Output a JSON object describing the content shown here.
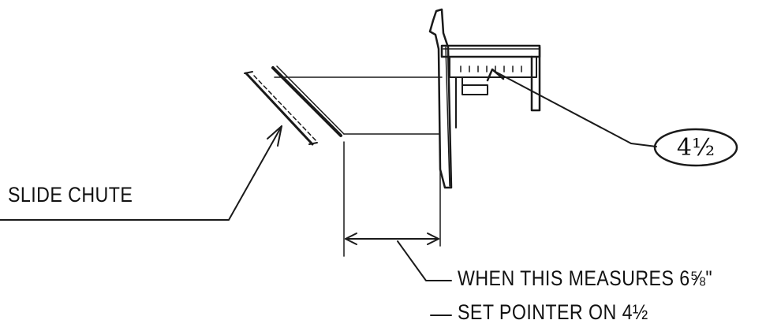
{
  "labels": {
    "slide_chute": "SLIDE CHUTE",
    "measure": "WHEN THIS MEASURES 6⅝\"",
    "pointer": "SET POINTER ON 4½"
  },
  "callout": {
    "value": "4½"
  },
  "colors": {
    "ink": "#1a1a1a",
    "paper": "#ffffff"
  }
}
